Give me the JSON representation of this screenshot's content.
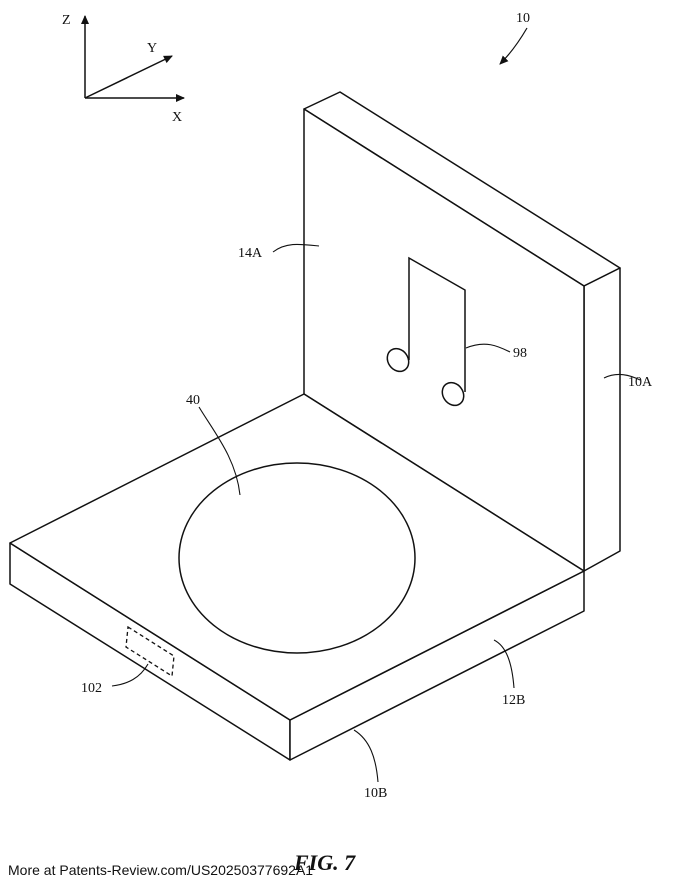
{
  "axes": {
    "z": "Z",
    "y": "Y",
    "x": "X"
  },
  "labels": {
    "device": "10",
    "back_face": "14A",
    "music_icon": "98",
    "side_face_a": "10A",
    "circle_region": "40",
    "component": "102",
    "front_face_b": "12B",
    "bottom_edge_b": "10B"
  },
  "caption": "FIG. 7",
  "footer": "More at Patents-Review.com/US20250377692A1"
}
